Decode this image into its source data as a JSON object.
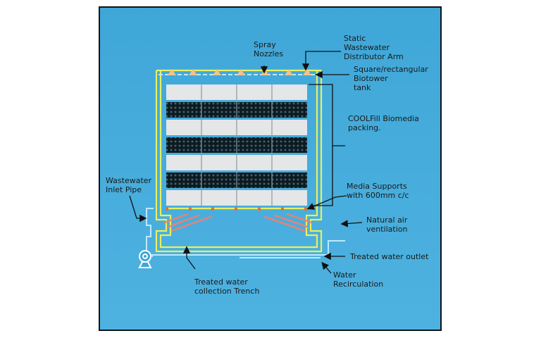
{
  "colors": {
    "background_outer": "#ffffff",
    "panel_fill": "#3ea6d6",
    "panel_fill_light": "#5dbbe5",
    "panel_border": "#0e1418",
    "tank_wall": "#e9ef5c",
    "packing_light": "#e4e6e8",
    "packing_dark": "#0d1a20",
    "spray_arrow": "#f2c28c",
    "air_flow": "#e98272",
    "water_pipe": "#bfe8ff",
    "pointer": "#111111"
  },
  "labels": {
    "spray_nozzles": "Spray\nNozzles",
    "distributor_arm": "Static\nWastewater\nDistributor Arm",
    "biotower_tank": "Square/rectangular\nBiotower\ntank",
    "coolfill_packing": "COOLFill Biomedia\npacking.",
    "media_supports": "Media Supports\nwith 600mm c/c",
    "air_ventilation": "Natural air\nventilation",
    "inlet_pipe": "Wastewater\nInlet Pipe",
    "treated_outlet": "Treated water outlet",
    "recirculation": "Water\nRecirculation",
    "collection_trench": "Treated water\ncollection Trench"
  },
  "icons": {
    "pump": "pump-icon"
  }
}
